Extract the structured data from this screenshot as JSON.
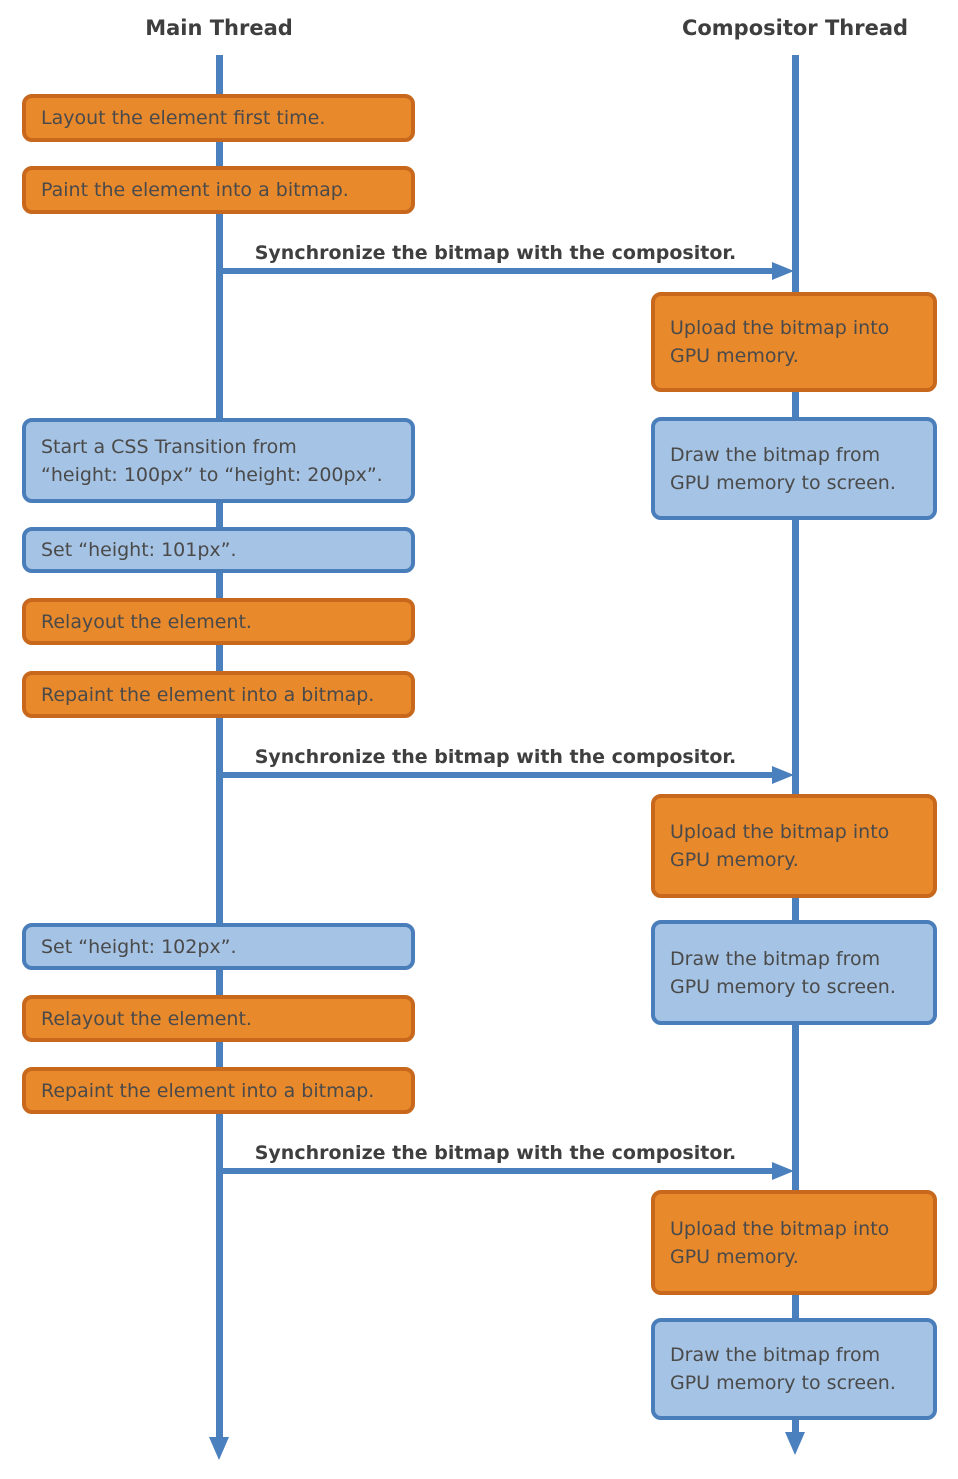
{
  "titles": {
    "main": "Main Thread",
    "compositor": "Compositor Thread"
  },
  "sync_arrow_label": "Synchronize the bitmap with the compositor.",
  "main_thread_boxes": [
    {
      "type": "orange",
      "text": "Layout the element first time."
    },
    {
      "type": "orange",
      "text": "Paint the element into a bitmap."
    },
    {
      "type": "blue",
      "text": "Start a CSS Transition from\n“height: 100px” to “height: 200px”."
    },
    {
      "type": "blue",
      "text": "Set “height: 101px”."
    },
    {
      "type": "orange",
      "text": "Relayout the element."
    },
    {
      "type": "orange",
      "text": "Repaint the element into a bitmap."
    },
    {
      "type": "blue",
      "text": "Set “height: 102px”."
    },
    {
      "type": "orange",
      "text": "Relayout the element."
    },
    {
      "type": "orange",
      "text": "Repaint the element into a bitmap."
    }
  ],
  "compositor_thread_boxes": [
    {
      "type": "orange",
      "text": "Upload the bitmap into\nGPU memory."
    },
    {
      "type": "blue",
      "text": "Draw the bitmap from\nGPU memory to screen."
    },
    {
      "type": "orange",
      "text": "Upload the bitmap into\nGPU memory."
    },
    {
      "type": "blue",
      "text": "Draw the bitmap from\nGPU memory to screen."
    },
    {
      "type": "orange",
      "text": "Upload the bitmap into\nGPU memory."
    },
    {
      "type": "blue",
      "text": "Draw the bitmap from\nGPU memory to screen."
    }
  ],
  "colors": {
    "orange_fill": "#E8892C",
    "orange_border": "#C8681C",
    "blue_fill": "#A5C3E4",
    "blue_border": "#4A7EBB",
    "line": "#4A80BE",
    "text": "#4A4A4A",
    "title": "#3E3E3E"
  }
}
